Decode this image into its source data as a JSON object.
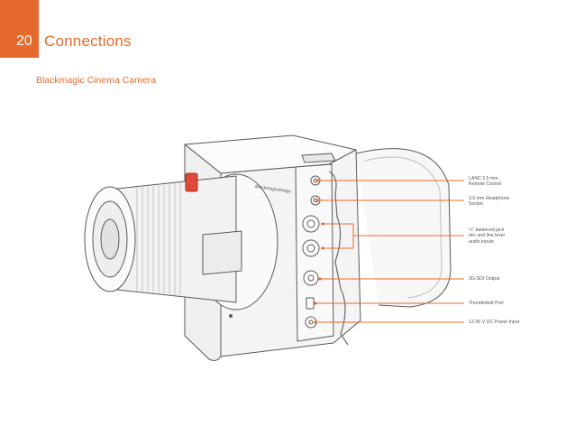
{
  "header": {
    "page_number": "20",
    "section_title": "Connections",
    "subtitle": "Blackmagic Cinema Camera"
  },
  "camera": {
    "brand_text": "Blackmagicdesign"
  },
  "callouts": [
    {
      "label": "LANC 2.5 mm\nRemote Control"
    },
    {
      "label": "3.5 mm Headphone\nSocket"
    },
    {
      "label": "¼\" balanced jack\nmic and line level\naudio inputs"
    },
    {
      "label": "3G-SDI Output"
    },
    {
      "label": "Thunderbolt Port"
    },
    {
      "label": "12-30 V DC Power Input"
    }
  ],
  "colors": {
    "accent": "#e8692d",
    "record_button": "#e0483c",
    "outline": "#5a5a5a"
  }
}
